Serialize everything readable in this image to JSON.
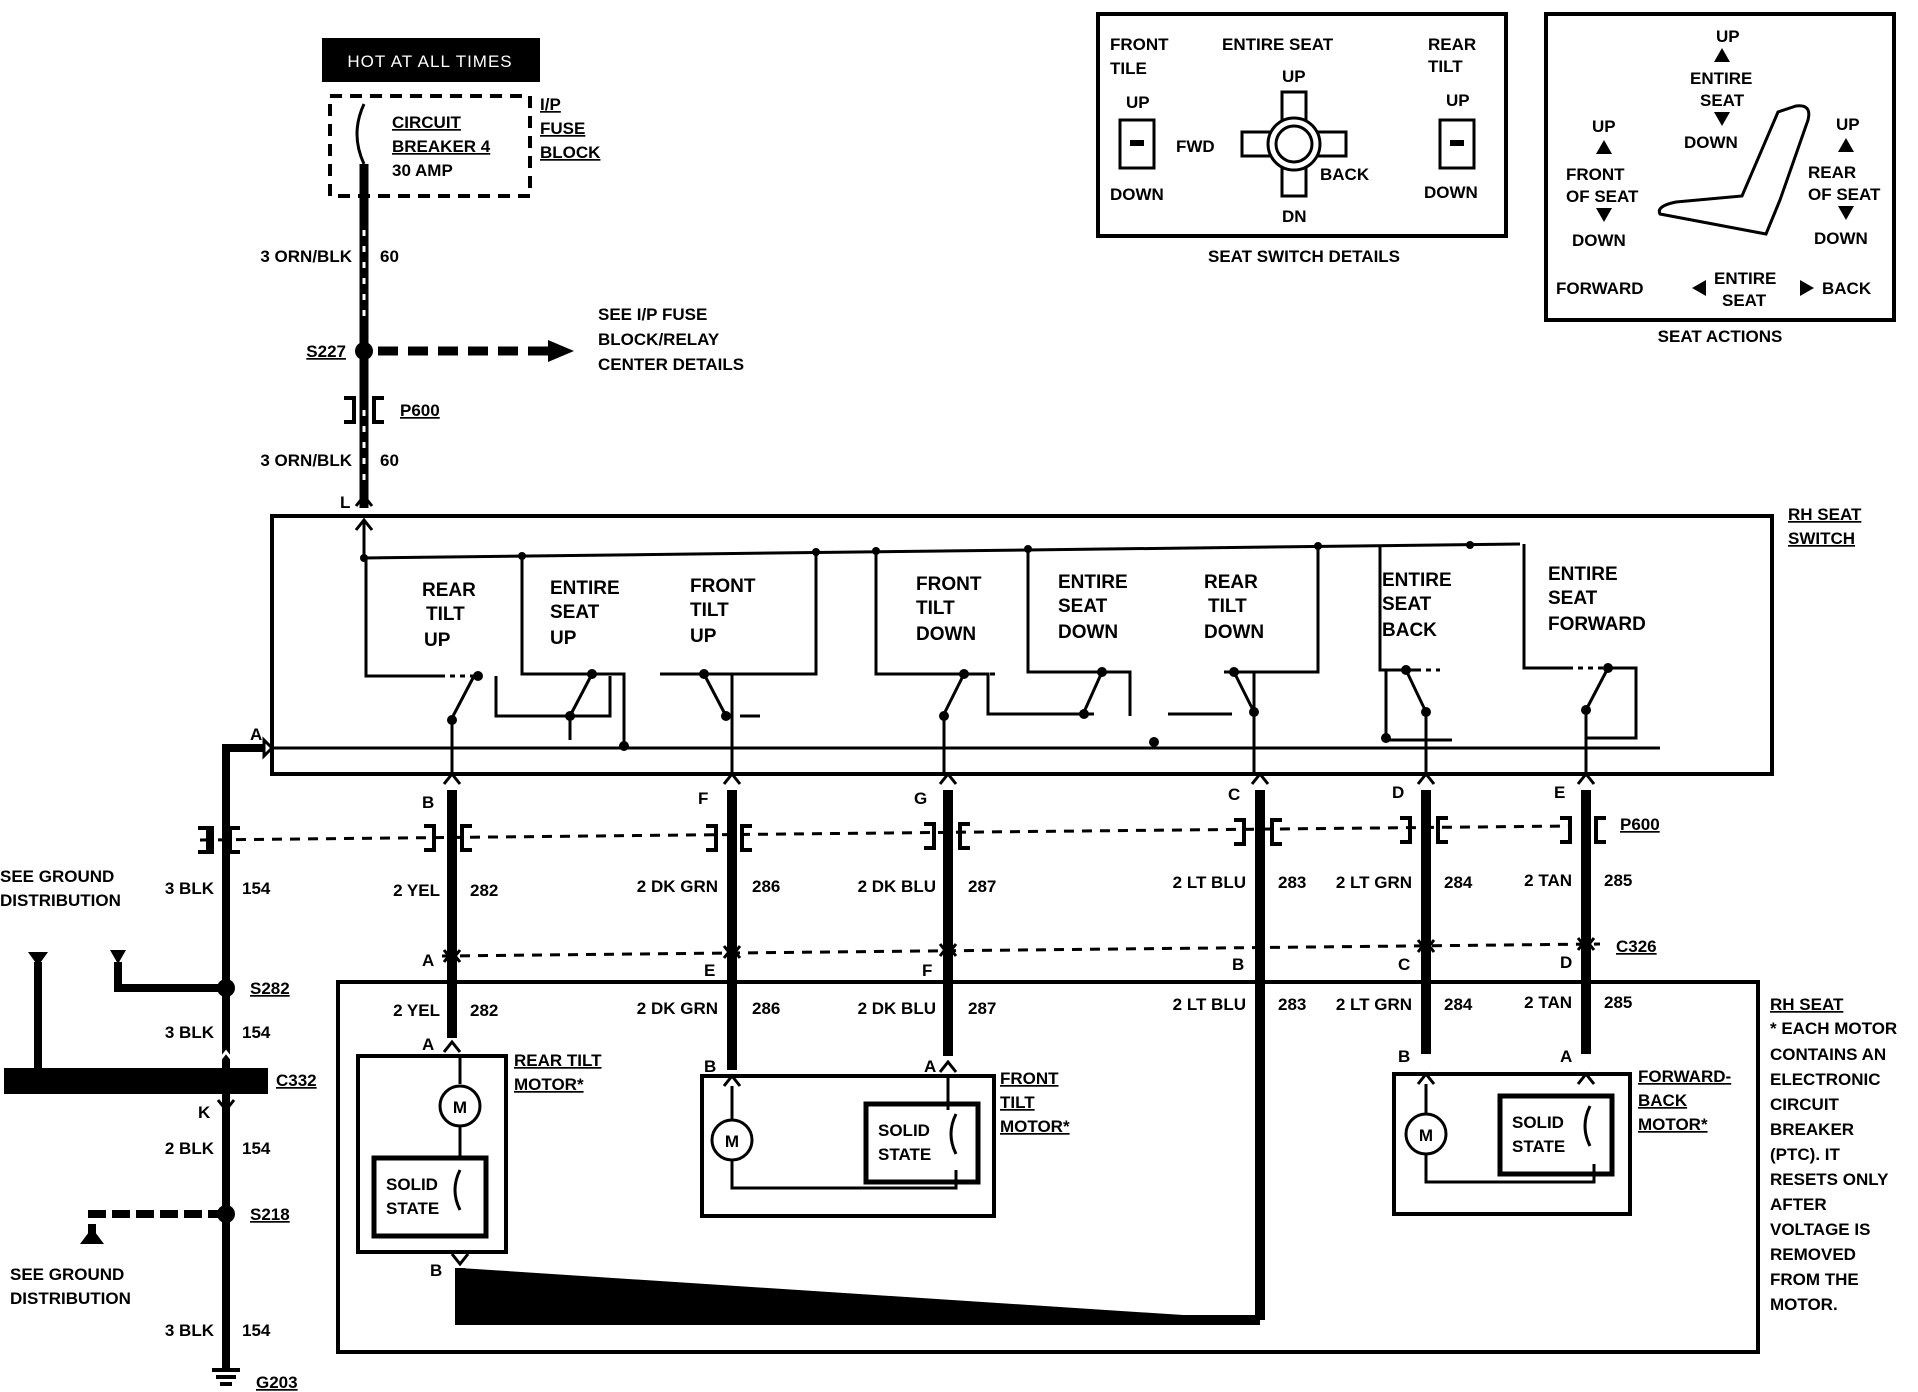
{
  "hot_label": "HOT AT ALL TIMES",
  "breaker": {
    "l1": "CIRCUIT",
    "l2": "BREAKER 4",
    "l3": "30 AMP"
  },
  "fuse_block": {
    "l1": "I/P",
    "l2": "FUSE",
    "l3": "BLOCK"
  },
  "feed": {
    "wire1": "3 ORN/BLK",
    "circ1": "60",
    "wire2": "3 ORN/BLK",
    "circ2": "60",
    "pin_l": "L"
  },
  "splice_s227": "S227",
  "see_relay": {
    "l1": "SEE I/P FUSE",
    "l2": "BLOCK/RELAY",
    "l3": "CENTER DETAILS"
  },
  "conn_p600": "P600",
  "conn_p600b": "P600",
  "conn_c326": "C326",
  "switch_title": {
    "l1": "RH SEAT",
    "l2": "SWITCH"
  },
  "switch_sections": [
    {
      "l1": "REAR",
      "l2": "TILT",
      "l3": "UP"
    },
    {
      "l1": "ENTIRE",
      "l2": "SEAT",
      "l3": "UP"
    },
    {
      "l1": "FRONT",
      "l2": "TILT",
      "l3": "UP"
    },
    {
      "l1": "FRONT",
      "l2": "TILT",
      "l3": "DOWN"
    },
    {
      "l1": "ENTIRE",
      "l2": "SEAT",
      "l3": "DOWN"
    },
    {
      "l1": "REAR",
      "l2": "TILT",
      "l3": "DOWN"
    },
    {
      "l1": "ENTIRE",
      "l2": "SEAT",
      "l3": "BACK"
    },
    {
      "l1": "ENTIRE",
      "l2": "SEAT",
      "l3": "FORWARD"
    }
  ],
  "pins_top": {
    "a": "A",
    "b": "B",
    "f": "F",
    "g": "G",
    "c": "C",
    "d": "D",
    "e": "E"
  },
  "wires": [
    {
      "gauge": "2 YEL",
      "circ": "282"
    },
    {
      "gauge": "2 DK GRN",
      "circ": "286"
    },
    {
      "gauge": "2 DK BLU",
      "circ": "287"
    },
    {
      "gauge": "2 LT BLU",
      "circ": "283"
    },
    {
      "gauge": "2 LT GRN",
      "circ": "284"
    },
    {
      "gauge": "2 TAN",
      "circ": "285"
    }
  ],
  "pins_c326": {
    "a": "A",
    "e": "E",
    "f": "F",
    "b": "B",
    "c": "C",
    "d": "D"
  },
  "ground": {
    "see1": {
      "l1": "SEE GROUND",
      "l2": "DISTRIBUTION"
    },
    "see2": {
      "l1": "SEE GROUND",
      "l2": "DISTRIBUTION"
    },
    "w1": "3 BLK",
    "c1": "154",
    "w2": "3 BLK",
    "c2": "154",
    "w3": "2 BLK",
    "c3": "154",
    "w4": "3 BLK",
    "c4": "154",
    "s282": "S282",
    "c332": "C332",
    "k": "K",
    "s218": "S218",
    "g203": "G203"
  },
  "rh_seat_note": {
    "title": "RH SEAT",
    "lines": [
      "* EACH MOTOR",
      "CONTAINS  AN",
      "ELECTRONIC",
      "CIRCUIT",
      "BREAKER",
      "(PTC). IT",
      "RESETS ONLY",
      "AFTER",
      "VOLTAGE IS",
      "REMOVED",
      "FROM THE",
      "MOTOR."
    ]
  },
  "motors": {
    "rear_tilt": {
      "l1": "REAR TILT",
      "l2": "MOTOR*",
      "pin_a": "A",
      "pin_b": "B"
    },
    "front_tilt": {
      "l1": "FRONT",
      "l2": "TILT",
      "l3": "MOTOR*",
      "pin_a": "A",
      "pin_b": "B"
    },
    "fwd_back": {
      "l1": "FORWARD-",
      "l2": "BACK",
      "l3": "MOTOR*",
      "pin_a": "A",
      "pin_b": "B"
    },
    "m": "M",
    "solid_state": {
      "l1": "SOLID",
      "l2": "STATE"
    }
  },
  "seat_switch_details": {
    "caption": "SEAT SWITCH DETAILS",
    "front_tile": {
      "l1": "FRONT",
      "l2": "TILE"
    },
    "entire_seat": "ENTIRE SEAT",
    "rear_tilt": {
      "l1": "REAR",
      "l2": "TILT"
    },
    "up1": "UP",
    "down1": "DOWN",
    "fwd": "FWD",
    "up2": "UP",
    "back": "BACK",
    "dn": "DN",
    "up3": "UP",
    "down3": "DOWN"
  },
  "seat_actions": {
    "caption": "SEAT ACTIONS",
    "up_top": "UP",
    "entire_seat_top": {
      "l1": "ENTIRE",
      "l2": "SEAT"
    },
    "down_mid": "DOWN",
    "up_left": "UP",
    "front_of_seat": {
      "l1": "FRONT",
      "l2": "OF SEAT"
    },
    "down_left": "DOWN",
    "up_right": "UP",
    "rear_of_seat": {
      "l1": "REAR",
      "l2": "OF SEAT"
    },
    "down_right": "DOWN",
    "forward": "FORWARD",
    "entire_seat_bottom": {
      "l1": "ENTIRE",
      "l2": "SEAT"
    },
    "back": "BACK"
  }
}
